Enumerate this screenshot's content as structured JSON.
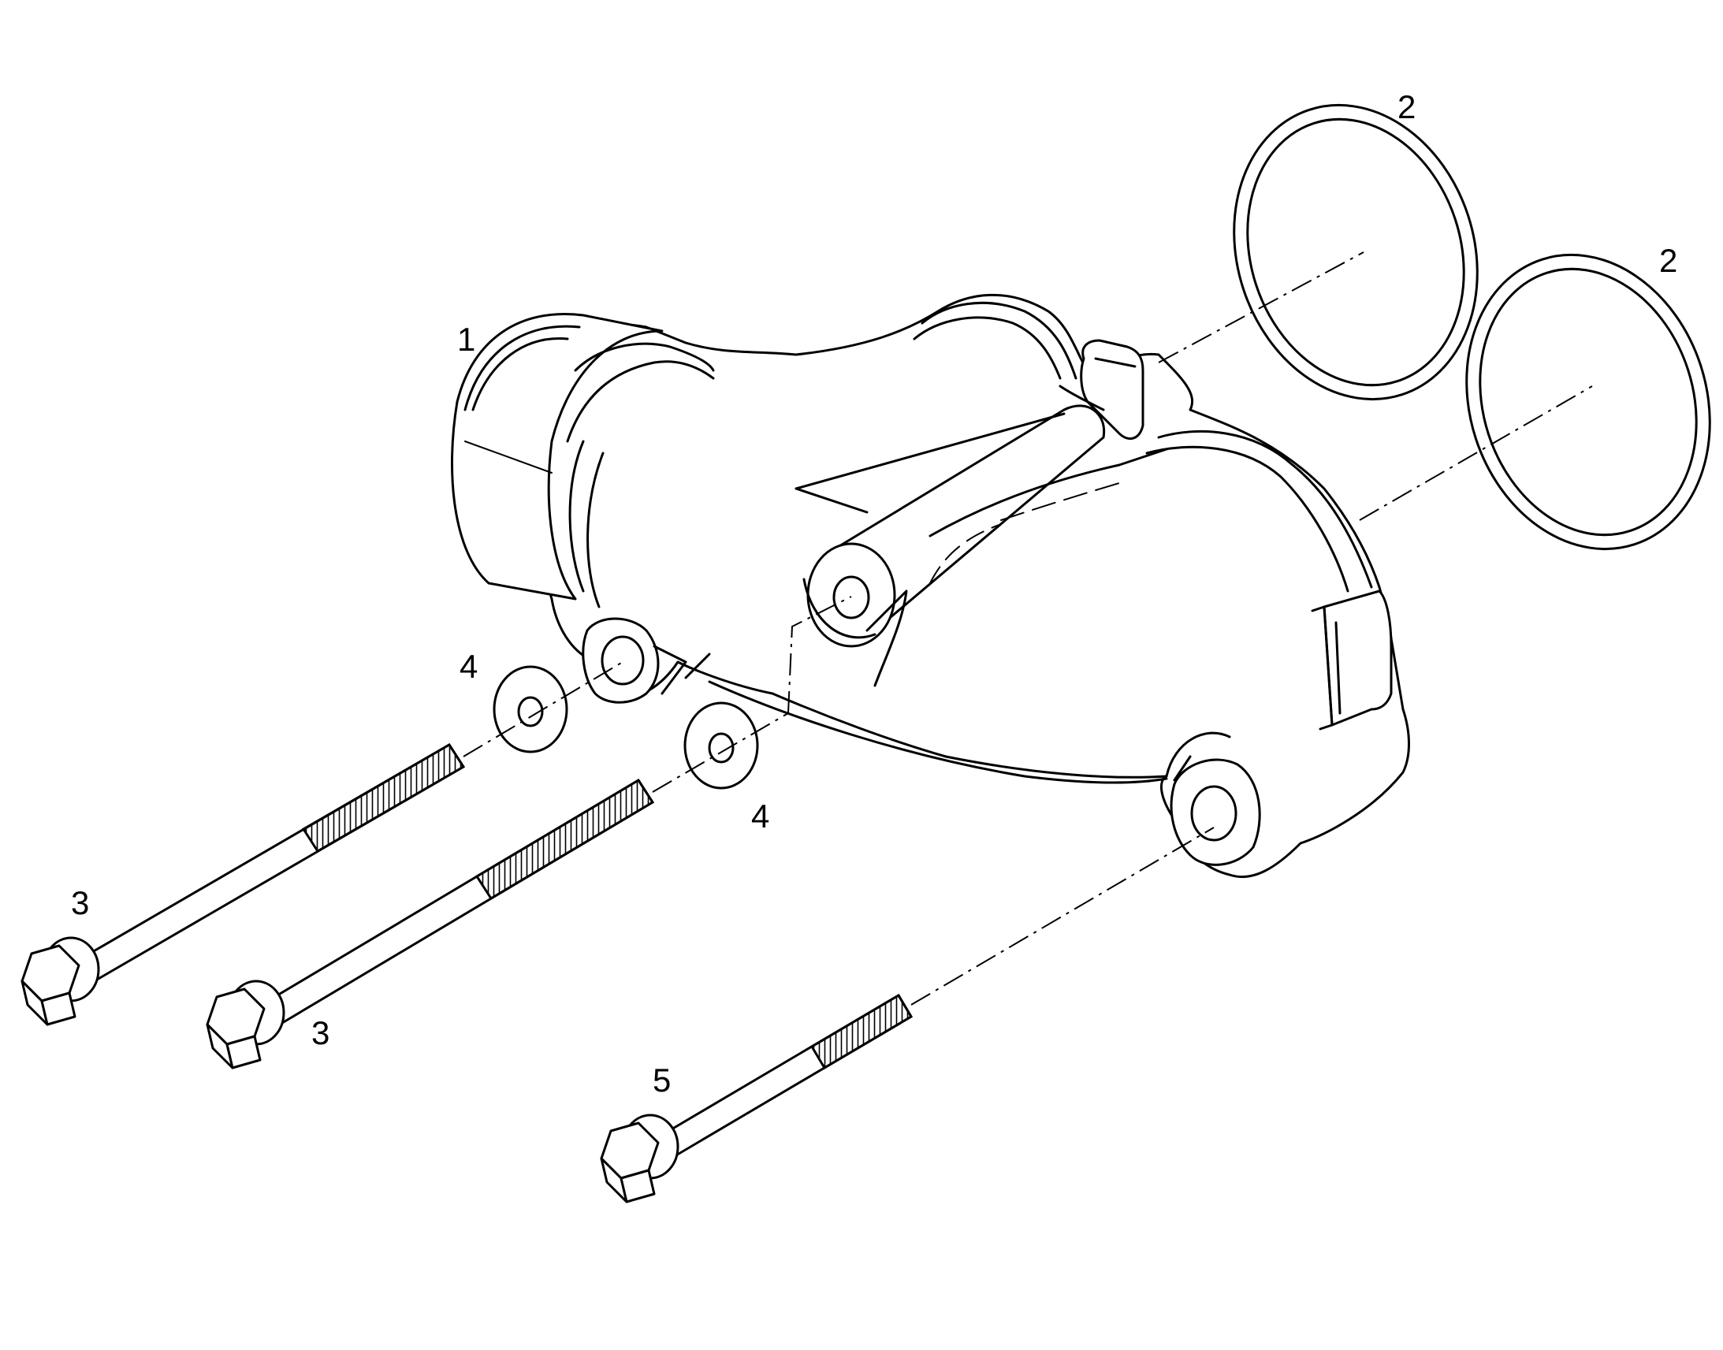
{
  "callouts": {
    "part_1": "1",
    "part_2_upper": "2",
    "part_2_lower": "2",
    "part_3_upper": "3",
    "part_3_lower": "3",
    "part_4_upper": "4",
    "part_4_lower": "4",
    "part_5": "5"
  },
  "colors": {
    "line": "#000000",
    "background": "#ffffff"
  }
}
